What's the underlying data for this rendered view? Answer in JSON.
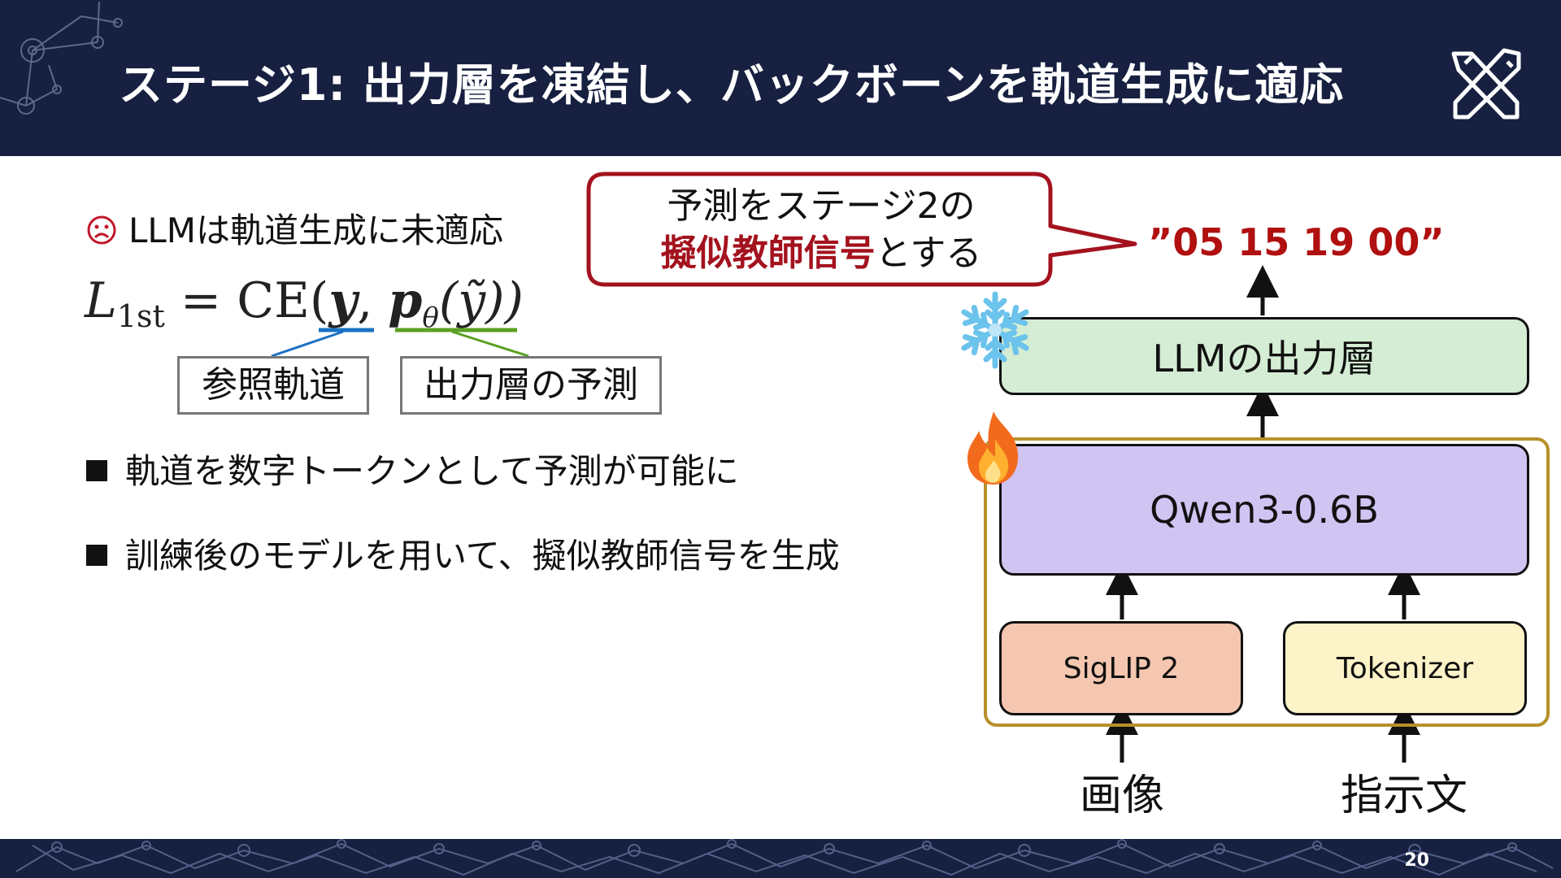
{
  "header": {
    "title": "ステージ1: 出力層を凍結し、バックボーンを軌道生成に適応",
    "logo": "cross-tools-logo",
    "background_color": "#172040"
  },
  "left": {
    "sad_bullet": "LLMは軌道生成に未適応",
    "formula": {
      "lhs": "L",
      "lhs_sub": "1st",
      "eq": " = CE(",
      "y_bold": "y",
      "comma": ", ",
      "p_bold": "p",
      "p_sub": "θ",
      "arg": "(ỹ))"
    },
    "tag_reference": "参照軌道",
    "tag_prediction": "出力層の予測",
    "bullets": [
      "軌道を数字トークンとして予測が可能に",
      "訓練後のモデルを用いて、擬似教師信号を生成"
    ]
  },
  "callout": {
    "line1": "予測をステージ2の",
    "line2_red": "擬似教師信号",
    "line2_rest": "とする",
    "accent_color": "#a3121e"
  },
  "diagram": {
    "output_text": "”05 15 19 00”",
    "output_layer": "LLMの出力層",
    "backbone": "Qwen3-0.6B",
    "vision_encoder": "SigLIP 2",
    "tokenizer": "Tokenizer",
    "input_image": "画像",
    "input_instruction": "指示文",
    "frozen_icon": "snowflake-icon",
    "trainable_icon": "fire-icon",
    "colors": {
      "output_layer": "#d4edd4",
      "backbone": "#d0c4f2",
      "vision_encoder": "#f5c7b0",
      "tokenizer": "#fdf3c8",
      "trainable_frame": "#b8902a",
      "output_text": "#b01010"
    }
  },
  "footer": {
    "page_number": "20"
  }
}
